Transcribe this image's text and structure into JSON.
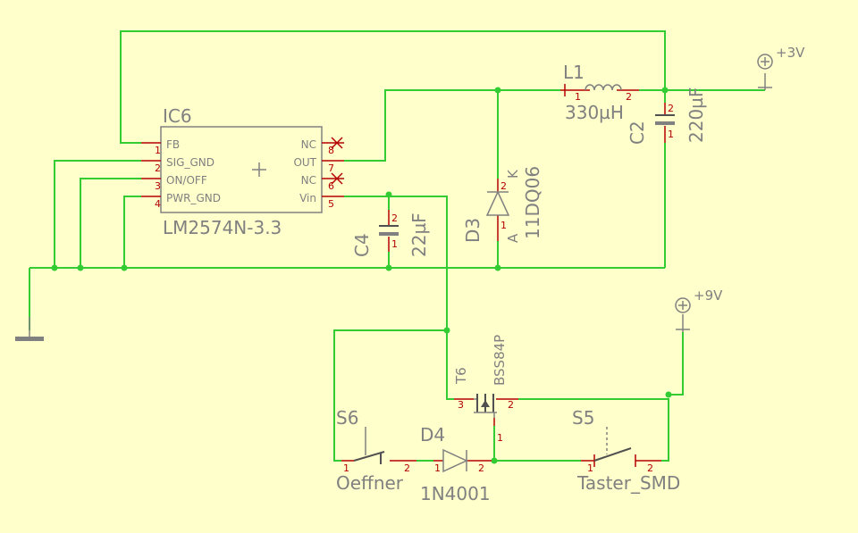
{
  "ic6": {
    "name": "IC6",
    "value": "LM2574N-3.3",
    "pins": [
      {
        "num": "1",
        "name": "FB"
      },
      {
        "num": "2",
        "name": "SIG_GND"
      },
      {
        "num": "3",
        "name": "ON/OFF"
      },
      {
        "num": "4",
        "name": "PWR_GND"
      },
      {
        "num": "8",
        "name": "NC"
      },
      {
        "num": "7",
        "name": "OUT"
      },
      {
        "num": "6",
        "name": "NC"
      },
      {
        "num": "5",
        "name": "Vin"
      }
    ]
  },
  "l1": {
    "name": "L1",
    "value": "330µH",
    "pin1": "1",
    "pin2": "2"
  },
  "c2": {
    "name": "C2",
    "value": "220µF",
    "pin1": "1",
    "pin2": "2"
  },
  "c4": {
    "name": "C4",
    "value": "22µF",
    "pin1": "1",
    "pin2": "2"
  },
  "d3": {
    "name": "D3",
    "value": "11DQ06",
    "anode": "A",
    "cathode": "K",
    "pin1": "1",
    "pin2": "2"
  },
  "t6": {
    "name": "T6",
    "value": "BSS84P",
    "pin1": "1",
    "pin2": "2",
    "pin3": "3"
  },
  "d4": {
    "name": "D4",
    "value": "1N4001",
    "pin1": "1",
    "pin2": "2"
  },
  "s6": {
    "name": "S6",
    "value": "Oeffner",
    "pin1": "1",
    "pin2": "2"
  },
  "s5": {
    "name": "S5",
    "value": "Taster_SMD",
    "pin1": "1",
    "pin2": "2"
  },
  "supply_3v": {
    "label": "+3V"
  },
  "supply_9v": {
    "label": "+9V"
  }
}
